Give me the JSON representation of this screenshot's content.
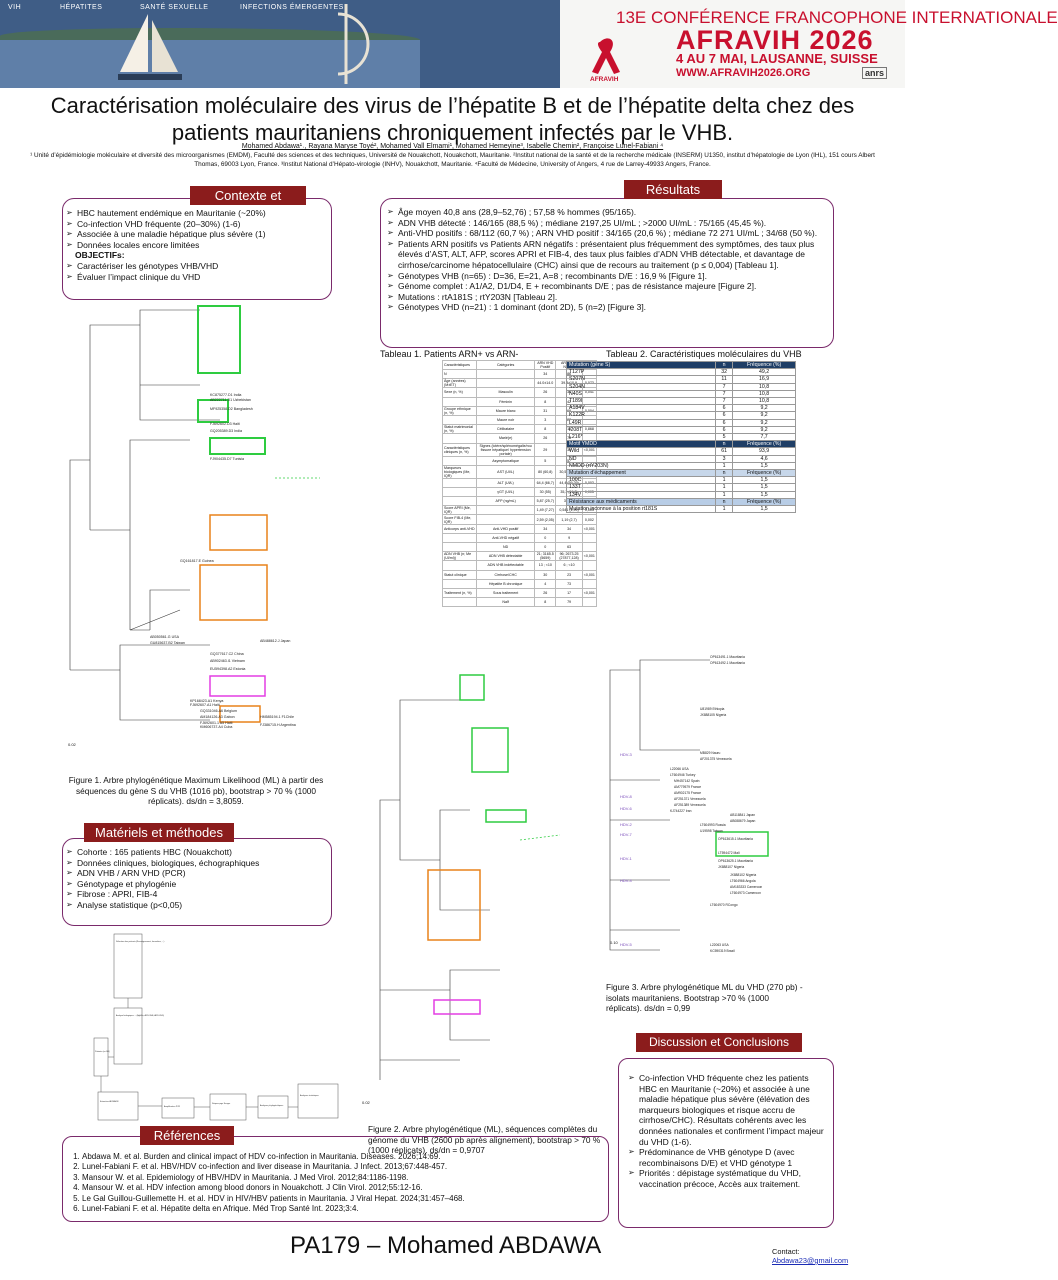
{
  "banner": {
    "nav": [
      "VIH",
      "HÉPATITES",
      "SANTÉ SEXUELLE",
      "INFECTIONS ÉMERGENTES"
    ],
    "conference_line": "13E CONFÉRENCE FRANCOPHONE INTERNATIONALE",
    "conference_name": "AFRAVIH 2026",
    "dates_place": "4 AU 7 MAI, LAUSANNE, SUISSE",
    "website": "WWW.AFRAVIH2026.ORG",
    "logo_text": "AFRAVIH",
    "sponsor": "anrs",
    "accent_color": "#c8102e"
  },
  "title": "Caractérisation moléculaire des virus de l’hépatite B et de l’hépatite delta chez des patients mauritaniens chroniquement infectés par le VHB.",
  "authors": "Mohamed Abdawa¹˒, Rayana Maryse Toyé², Mohamed Vall Elmami¹, Mohamed Hemeyine³, Isabelle Chemin², Françoise Lunel-Fabiani ⁴",
  "affiliations": "¹ Unité d’épidémiologie moléculaire et diversité des microorganismes (EMDM), Faculté des sciences et des techniques, Université de Nouakchott, Nouakchott, Mauritanie. ²Institut national de la santé et de la recherche médicale (INSERM) U1350, institut d’hépatologie de Lyon (IHL), 151 cours Albert Thomas, 69003 Lyon, France. ³Institut National d’Hépato-virologie (INHV), Nouakchott, Mauritanie. ⁴Faculté de Médecine, University of Angers, 4 rue de Larrey-49933 Angers, France.",
  "context": {
    "header": "Contexte et",
    "items": [
      "HBC hautement endémique en Mauritanie (~20%)",
      "Co-infection VHD fréquente (20–30%) (1-6)",
      "Associée à une maladie hépatique plus sévère (1)",
      "Données locales encore limitées"
    ],
    "objectives_label": "OBJECTIFs:",
    "objectives": [
      "Caractériser les génotypes VHB/VHD",
      "Évaluer l’impact clinique du VHD"
    ]
  },
  "results": {
    "header": "Résultats",
    "items": [
      "Âge moyen 40,8 ans (28,9–52,76) ; 57,58 % hommes (95/165).",
      "ADN VHB détecté : 146/165 (88,5 %) ; médiane 2197,25 UI/mL ; >2000 UI/mL : 75/165 (45,45 %).",
      "Anti-VHD positifs : 68/112 (60,7 %) ; ARN VHD positif : 34/165 (20,6 %) ; médiane 72 271 UI/mL ; 34/68 (50 %).",
      "Patients ARN positifs  vs Patients ARN négatifs : présentaient plus fréquemment des symptômes, des taux plus élevés d’AST, ALT, AFP, scores APRI et FIB-4, des taux plus faibles d’ADN VHB détectable, et davantage de cirrhose/carcinome hépatocellulaire (CHC) ainsi que de recours au traitement (p ≤ 0,004) [Tableau 1].",
      "Génotypes VHB (n=65) : D=36, E=21, A=8 ; recombinants D/E : 16,9 % [Figure 1].",
      "Génome complet : A1/A2, D1/D4, E + recombinants D/E ; pas de résistance majeure [Figure 2].",
      "Mutations : rtA181S ; rtY203N [Tableau 2].",
      "Génotypes VHD (n=21) : 1 dominant (dont 2D), 5 (n=2) [Figure 3]."
    ]
  },
  "methods": {
    "header": "Matériels et méthodes",
    "items": [
      "Cohorte : 165 patients HBC (Nouakchott)",
      "Données cliniques, biologiques, échographiques",
      "ADN VHB / ARN VHD (PCR)",
      "Génotypage et phylogénie",
      "Fibrose : APRI, FIB-4",
      "Analyse statistique (p<0,05)"
    ]
  },
  "references": {
    "header": "Références",
    "items": [
      "Abdawa M. et al. Burden and clinical impact of HDV co-infection in Mauritania. Diseases. 2026;14:69.",
      "Lunel-Fabiani F. et al. HBV/HDV co-infection and liver disease in Mauritania. J Infect. 2013;67:448-457.",
      "Mansour W. et al. Epidemiology of HBV/HDV in Mauritania. J Med Virol. 2012;84:1186-1198.",
      "Mansour W. et al. HDV infection among blood donors in Nouakchott. J Clin Virol. 2012;55:12-16.",
      "Le Gal Guillou-Guillemette H. et al. HDV in HIV/HBV patients in Mauritania. J Viral Hepat. 2024;31:457–468.",
      "Lunel-Fabiani F. et al. Hépatite delta en Afrique. Méd Trop Santé Int. 2023;3:4."
    ]
  },
  "discussion": {
    "header": "Discussion et Conclusions",
    "items": [
      "Co-infection VHD fréquente chez les patients HBC en Mauritanie (~20%) et associée à une maladie hépatique plus sévère (élévation des marqueurs biologiques et risque accru de cirrhose/CHC). Résultats cohérents avec les données nationales et confirment l’impact majeur du VHD (1-6).",
      "Prédominance  de VHB génotype D (avec recombinaisons D/E)  et VHD génotype 1",
      "Priorités : dépistage systématique du VHD, vaccination précoce, Accès aux traitement."
    ]
  },
  "figures": {
    "fig1_caption": "Figure 1. Arbre phylogénétique Maximum Likelihood (ML) à partir des séquences du gène S du VHB (1016 pb), bootstrap > 70 % (1000 réplicats). ds/dn = 3,8059.",
    "fig2_caption": "Figure 2. Arbre phylogénétique (ML), séquences complètes du génome du VHB (2600 pb après alignement), bootstrap > 70 % (1000 réplicats). ds/dn = 0,9707",
    "fig3_caption": "Figure 3. Arbre phylogénétique ML du VHD (270 pb) - isolats mauritaniens. Bootstrap >70 % (1000 réplicats). ds/dn = 0,99",
    "fig1_labels": [
      "KC875277.D1 India",
      "AB222711.D1 Uzbekistan",
      "MF925358.D2 Bangladesh",
      "FJ692602.D3 Haiti",
      "GQ205389.D3 India",
      "FJ904435.D7 Tunisia",
      "GQ161817.E Guinea",
      "AB050561.G USA",
      "GU815637.B2 Taiwan",
      "AB488612.J Japan",
      "GQ377617.C2 China",
      "AB902463.I1 Vietnam",
      "EU594398.A2 Estonia",
      "KP168423.A1 Kenya",
      "FJ692607.A1 Haiti",
      "GQ331046.A6 Belgium",
      "AM184126.A3 Gabon",
      "FJ692601.1 A5 Haiti",
      "KM606737.A4 Cuba",
      "HM585194.1 F1Chile",
      "FJ386715.H Argentina"
    ],
    "fig1_scale": "0.02",
    "fig2_scale": "0.02",
    "fig3_scale": "0.10",
    "fig3_genotypes": [
      "HDV-3",
      "HDV-8",
      "HDV-6",
      "HDV-2",
      "HDV-7",
      "HDV-4",
      "HDV-1",
      "HDV-5"
    ],
    "fig3_labels": [
      "OP613491.1 Mauritania",
      "OP613492.1 Mauritania",
      "MB829 Nauru",
      "AF201375 Venezuela",
      "U81989 Ethiopia",
      "JX888105 Nigeria",
      "L22066 USA",
      "LT604946 Turkey",
      "MH457142 Spain",
      "AM779579 France",
      "AM902175 France",
      "AF251371 Venezuela",
      "AF251389 Venezuela",
      "KJ744227 Iran",
      "AB118841 Japan",
      "AB088679 Japan",
      "LT604993 Russia",
      "U19598 Taiwan",
      "OP613615.1 Mauritania",
      "LT594472 Mali",
      "OP613625.1 Mauritania",
      "JX888107 Nigeria",
      "JX888102 Nigeria",
      "LT604966 Angola",
      "AM183333 Cameroon",
      "LT604973 Cameroon",
      "LT604970 RCongo",
      "L22063 USA",
      "KC590319 Brazil"
    ]
  },
  "table1": {
    "title": "Tableau 1. Patients ARN+ vs ARN-",
    "headers": [
      "Caractéristiques",
      "Catégories",
      "ARN VHD Positif",
      "ARN VHD Négatif",
      "P-value"
    ],
    "rows": [
      [
        "N",
        "",
        "34",
        "86",
        ""
      ],
      [
        "Âge (années) (M±ET)",
        "",
        "44.0±14.0",
        "39.3±10.9",
        "0,073"
      ],
      [
        "Sexe (n, %)",
        "Masculin",
        "26",
        "34",
        "0,041"
      ],
      [
        "",
        "Féminin",
        "8",
        "42",
        ""
      ],
      [
        "Groupe ethnique (n, %)",
        "Maure blanc",
        "31",
        "69",
        "0,004"
      ],
      [
        "",
        "Maure noir",
        "3",
        "27",
        ""
      ],
      [
        "Statut matrimonial (n, %)",
        "Célibataire",
        "8",
        "18",
        "0,868"
      ],
      [
        "",
        "Marié(e)",
        "26",
        "78",
        ""
      ],
      [
        "Caractéristiques cliniques (n, %)",
        "Signes (ictère/splénomégalie/rou fissure hépatique/ hypertension portale)",
        "29",
        "39",
        "<0,001"
      ],
      [
        "",
        "Asymptomatique",
        "5",
        "57",
        ""
      ],
      [
        "Marqueurs biologiques (Me, IQR)",
        "AST (UI/L)",
        "80 (60,8)",
        "30,5 (57,26)",
        "<0,001"
      ],
      [
        "",
        "ALT (UI/L)",
        "64,4 (66,7)",
        "44,4 (59,29)",
        "0,003"
      ],
      [
        "",
        "γGT (UI/L)",
        "30 (55)",
        "35,3 (19,2)",
        "0,005"
      ],
      [
        "",
        "AFP (ng/mL)",
        "5,87 (25,7)",
        "3 (5,8)",
        "0,038"
      ],
      [
        "Score APRI (Me, IQR)",
        "",
        "1,49 (7,27)",
        "0,541 (1,99)",
        "0,003"
      ],
      [
        "Score FIB-4 (Me, IQR)",
        "",
        "2,59 (2,05)",
        "1,19 (2,7)",
        "0,002"
      ],
      [
        "Anticorps anti-VHD",
        "Anti-VHD positif",
        "34",
        "34",
        "<0,001"
      ],
      [
        "",
        "Anti-VHD négatif",
        "0",
        "9",
        ""
      ],
      [
        "",
        "ND",
        "0",
        "63",
        ""
      ],
      [
        "ADN VHB (n; Me (UI/ml))",
        "ADN VHB détectable",
        "21; 3165.5 (5659)",
        "96; 2673.25 (27877,128)",
        "<0,001"
      ],
      [
        "",
        "ADN VHB indétectable",
        "13 ; <10",
        "6 ; <10",
        ""
      ],
      [
        "Statut clinique",
        "Cirrhose/CHC",
        "30",
        "23",
        "<0,001"
      ],
      [
        "",
        "Hépatite B chronique",
        "4",
        "73",
        ""
      ],
      [
        "Traitement (n, %)",
        "Sous traitement",
        "26",
        "17",
        "<0,001"
      ],
      [
        "",
        "Naïf",
        "8",
        "79",
        ""
      ]
    ]
  },
  "table2": {
    "title": "Tableau 2. Caractéristiques moléculaires du VHB",
    "rows": [
      {
        "k": "h",
        "c": [
          "Mutation (gène S)",
          "n",
          "Fréquence (%)"
        ]
      },
      {
        "k": "",
        "c": [
          "T127P",
          "32",
          "49,2"
        ]
      },
      {
        "k": "",
        "c": [
          "S207N",
          "11",
          "16,9"
        ]
      },
      {
        "k": "",
        "c": [
          "S204N",
          "7",
          "10,8"
        ]
      },
      {
        "k": "",
        "c": [
          "N40S",
          "7",
          "10,8"
        ]
      },
      {
        "k": "",
        "c": [
          "T189I",
          "7",
          "10,8"
        ]
      },
      {
        "k": "",
        "c": [
          "A184V",
          "6",
          "9,2"
        ]
      },
      {
        "k": "",
        "c": [
          "K122R",
          "6",
          "9,2"
        ]
      },
      {
        "k": "",
        "c": [
          "L49R",
          "6",
          "9,2"
        ]
      },
      {
        "k": "",
        "c": [
          "I208T",
          "6",
          "9,2"
        ]
      },
      {
        "k": "",
        "c": [
          "L216*",
          "5",
          "7,7"
        ]
      },
      {
        "k": "h",
        "c": [
          "Motif YMDD",
          "n",
          "Fréquence (%)"
        ]
      },
      {
        "k": "",
        "c": [
          "Wild",
          "61",
          "93,9"
        ]
      },
      {
        "k": "",
        "c": [
          "ND",
          "3",
          "4,6"
        ]
      },
      {
        "k": "",
        "c": [
          "NMDD (rtY203N)",
          "1",
          "1,5"
        ]
      },
      {
        "k": "sub",
        "c": [
          "Mutation d’échappement",
          "n",
          "Fréquence (%)"
        ]
      },
      {
        "k": "",
        "c": [
          "100C",
          "1",
          "1,5"
        ]
      },
      {
        "k": "",
        "c": [
          "133T",
          "1",
          "1,5"
        ]
      },
      {
        "k": "",
        "c": [
          "134V",
          "1",
          "1,5"
        ]
      },
      {
        "k": "sub2",
        "c": [
          "Résistance aux médicaments",
          "n",
          "Fréquence (%)"
        ]
      },
      {
        "k": "",
        "c": [
          "Mutation inconnue à la position rt181S",
          "1",
          "1,5"
        ]
      }
    ]
  },
  "flowchart": {
    "boxes": [
      "Sélection des patients (Renseignement, formulaire, ...)",
      "Analyse biologiques ... (AgHBs, ADN VHB, ARN VHD)",
      "Patients (n=165)",
      "Extraction ADN/ARN",
      "Amplification PCR",
      "Séquençage Sanger",
      "Analyses phylogénétiques",
      "Analyses statistiques"
    ]
  },
  "footer": {
    "poster_id": "PA179 – Mohamed ABDAWA",
    "contact_label": "Contact:",
    "contact_email": "Abdawa23@gmail.com"
  }
}
